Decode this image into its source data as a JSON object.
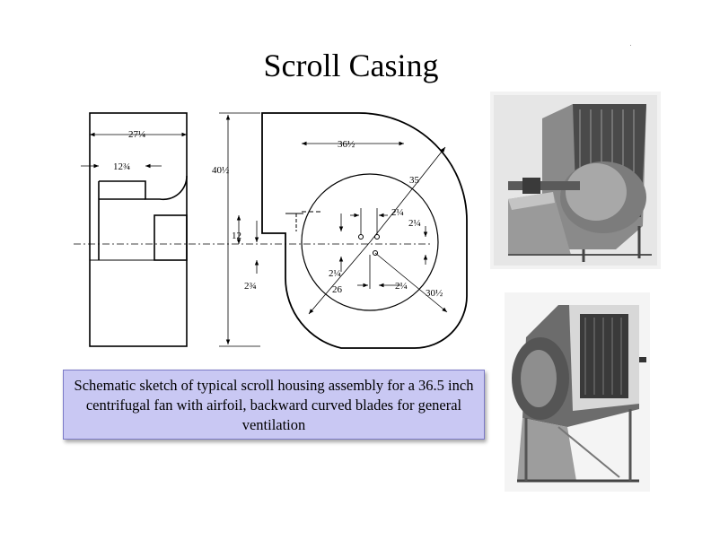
{
  "slide": {
    "title": "Scroll Casing",
    "caption": "Schematic sketch of typical scroll housing assembly for a 36.5 inch centrifugal fan with airfoil, backward curved blades for general ventilation"
  },
  "drawing": {
    "dimensions": {
      "side_width": "27¼",
      "inlet_offset": "12¾",
      "overall_height": "40½",
      "shaft_height": "12",
      "bottom_offset": "2¾",
      "scroll_width": "36½",
      "radius_top": "35",
      "offset_a": "2¼",
      "offset_b": "2¼",
      "offset_c": "2¼",
      "offset_d": "2¼",
      "wheel_radius": "26",
      "radius_bottom": "30½"
    }
  },
  "photos": [
    {
      "subject": "centrifugal-fan-photo-top"
    },
    {
      "subject": "centrifugal-fan-photo-bottom"
    }
  ]
}
